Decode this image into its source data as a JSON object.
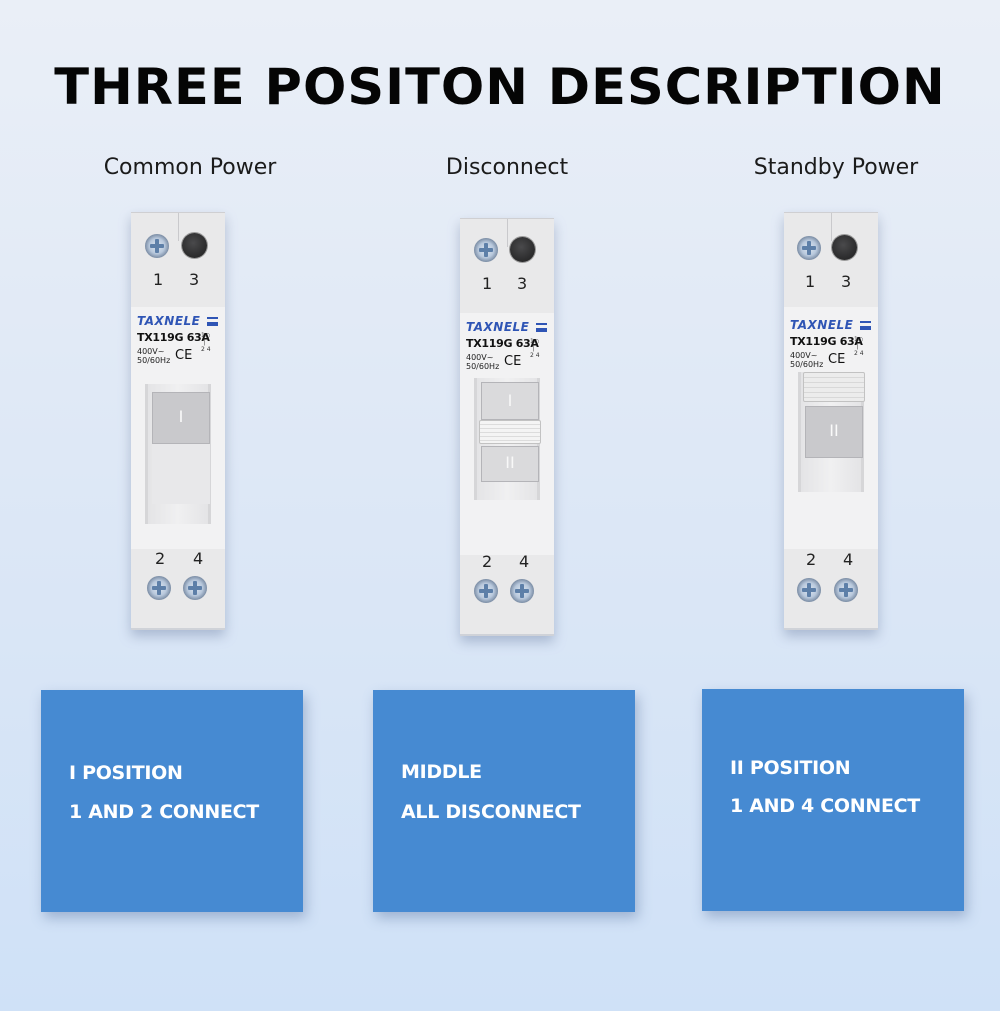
{
  "title": "THREE POSITON DESCRIPTION",
  "columns": [
    {
      "label": "Common Power",
      "device": {
        "brand": "TAXNELE",
        "model": "TX119G 63A",
        "spec_line1": "400V~",
        "spec_line2": "50/60Hz",
        "cert": "CE",
        "schematic_top": "1",
        "schematic_bottom": "2  4",
        "top_terminals": [
          "1",
          "3"
        ],
        "bottom_terminals": [
          "2",
          "4"
        ],
        "lever_position": "I",
        "lever_mark": "I"
      },
      "box": {
        "line1": "I POSITION",
        "line2": "1 AND 2 CONNECT"
      }
    },
    {
      "label": "Disconnect",
      "device": {
        "brand": "TAXNELE",
        "model": "TX119G 63A",
        "spec_line1": "400V~",
        "spec_line2": "50/60Hz",
        "cert": "CE",
        "schematic_top": "1",
        "schematic_bottom": "2  4",
        "top_terminals": [
          "1",
          "3"
        ],
        "bottom_terminals": [
          "2",
          "4"
        ],
        "lever_position": "middle",
        "lever_mark_upper": "I",
        "lever_mark_lower": "II"
      },
      "box": {
        "line1": "MIDDLE",
        "line2": "ALL DISCONNECT"
      }
    },
    {
      "label": "Standby Power",
      "device": {
        "brand": "TAXNELE",
        "model": "TX119G 63A",
        "spec_line1": "400V~",
        "spec_line2": "50/60Hz",
        "cert": "CE",
        "schematic_top": "1",
        "schematic_bottom": "2  4",
        "top_terminals": [
          "1",
          "3"
        ],
        "bottom_terminals": [
          "2",
          "4"
        ],
        "lever_position": "II",
        "lever_mark": "II"
      },
      "box": {
        "line1": "II POSITION",
        "line2": "1 AND 4 CONNECT"
      }
    }
  ],
  "colors": {
    "box_blue": "#468ad2",
    "brand_blue": "#2f55b5",
    "title": "#050505"
  }
}
